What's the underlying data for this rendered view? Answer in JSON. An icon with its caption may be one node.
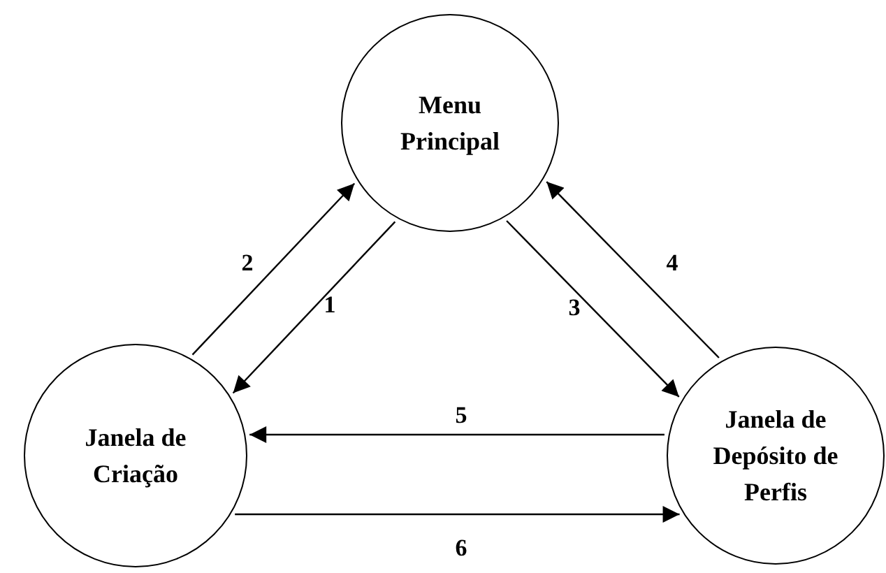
{
  "diagram": {
    "nodes": [
      {
        "text": [
          "Menu Principal"
        ]
      },
      {
        "text": [
          "Janela de Criação"
        ]
      },
      {
        "text": [
          "Janela de Depósito de Perfis"
        ]
      }
    ],
    "edges": [
      {
        "from": 0,
        "to": 1,
        "arrow": "to",
        "label": "1"
      },
      {
        "from": 1,
        "to": 0,
        "arrow": "to",
        "label": "2"
      },
      {
        "from": 0,
        "to": 2,
        "arrow": "to",
        "label": "3"
      },
      {
        "from": 2,
        "to": 0,
        "arrow": "to",
        "label": "4"
      },
      {
        "from": 2,
        "to": 1,
        "arrow": "to",
        "label": "5"
      },
      {
        "from": 1,
        "to": 2,
        "arrow": "to",
        "label": "6"
      }
    ]
  }
}
